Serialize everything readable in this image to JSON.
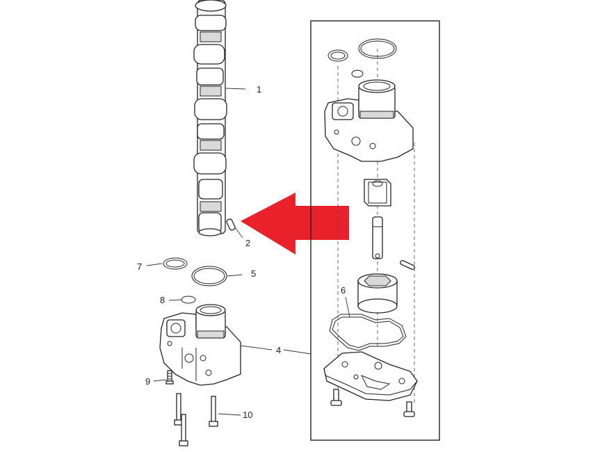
{
  "diagram": {
    "callouts": [
      {
        "id": "1",
        "label": "1"
      },
      {
        "id": "2",
        "label": "2"
      },
      {
        "id": "4",
        "label": "4"
      },
      {
        "id": "5",
        "label": "5"
      },
      {
        "id": "6",
        "label": "6"
      },
      {
        "id": "7",
        "label": "7"
      },
      {
        "id": "8",
        "label": "8"
      },
      {
        "id": "9",
        "label": "9"
      },
      {
        "id": "10",
        "label": "10"
      }
    ],
    "arrow_color": "#e8212b",
    "line_color": "#222222"
  }
}
